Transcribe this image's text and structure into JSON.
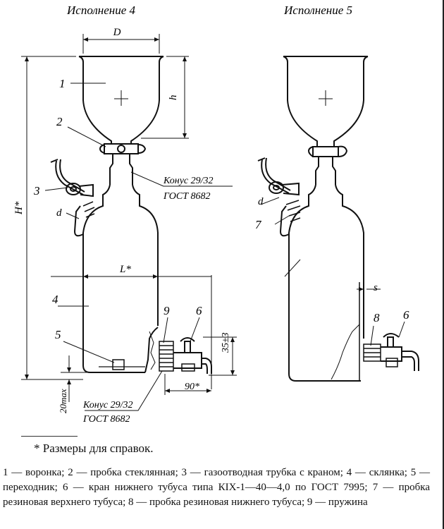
{
  "titles": {
    "left": "Исполнение 4",
    "right": "Исполнение 5"
  },
  "dims": {
    "D": "D",
    "h": "h",
    "H": "H*",
    "L": "L*",
    "d_left": "d",
    "d_right": "d",
    "s": "s",
    "dim_35": "35±3",
    "dim_90": "90*",
    "dim_20": "20max"
  },
  "callouts": {
    "c1": "1",
    "c2": "2",
    "c3": "3",
    "c4": "4",
    "c5": "5",
    "c6_left": "6",
    "c9": "9",
    "c7": "7",
    "c8": "8",
    "c6_right": "6"
  },
  "cones": {
    "top_line1": "Конус 29/32",
    "top_line2": "ГОСТ 8682",
    "bottom_line1": "Конус 29/32",
    "bottom_line2": "ГОСТ 8682"
  },
  "footnote": "* Размеры для справок.",
  "legend": {
    "p1": "1 — воронка; 2 — пробка стеклянная; 3 — газоотводная трубка с краном; 4 — склянка; 5 — переходник; 6 — кран нижнего тубуса типа КIХ-1—40—4,0 по ГОСТ 7995; 7 — пробка резиновая верхнего тубуса; 8 — пробка резиновая нижнего тубуса; 9 — пружина"
  }
}
